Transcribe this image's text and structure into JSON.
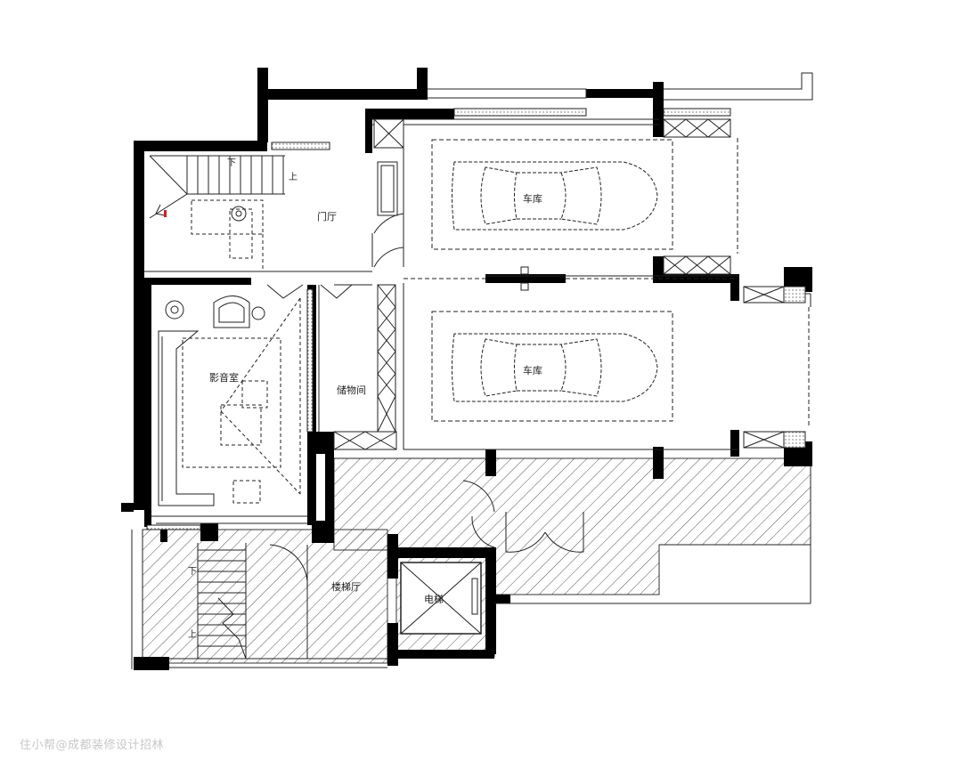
{
  "labels": {
    "garage_top": "车库",
    "garage_bottom": "车库",
    "foyer": "门厅",
    "theater": "影音室",
    "storage": "储物间",
    "stair_hall": "楼梯厅",
    "elevator": "电梯",
    "stair_up_top": "上",
    "stair_down_top": "下",
    "stair_down_bottom": "下",
    "stair_up_bottom": "上"
  },
  "watermark": "住小帮@成都装修设计招林",
  "colors": {
    "wall": "#000000",
    "line": "#222222",
    "hatch": "#555555",
    "accent_red": "#d02020"
  }
}
